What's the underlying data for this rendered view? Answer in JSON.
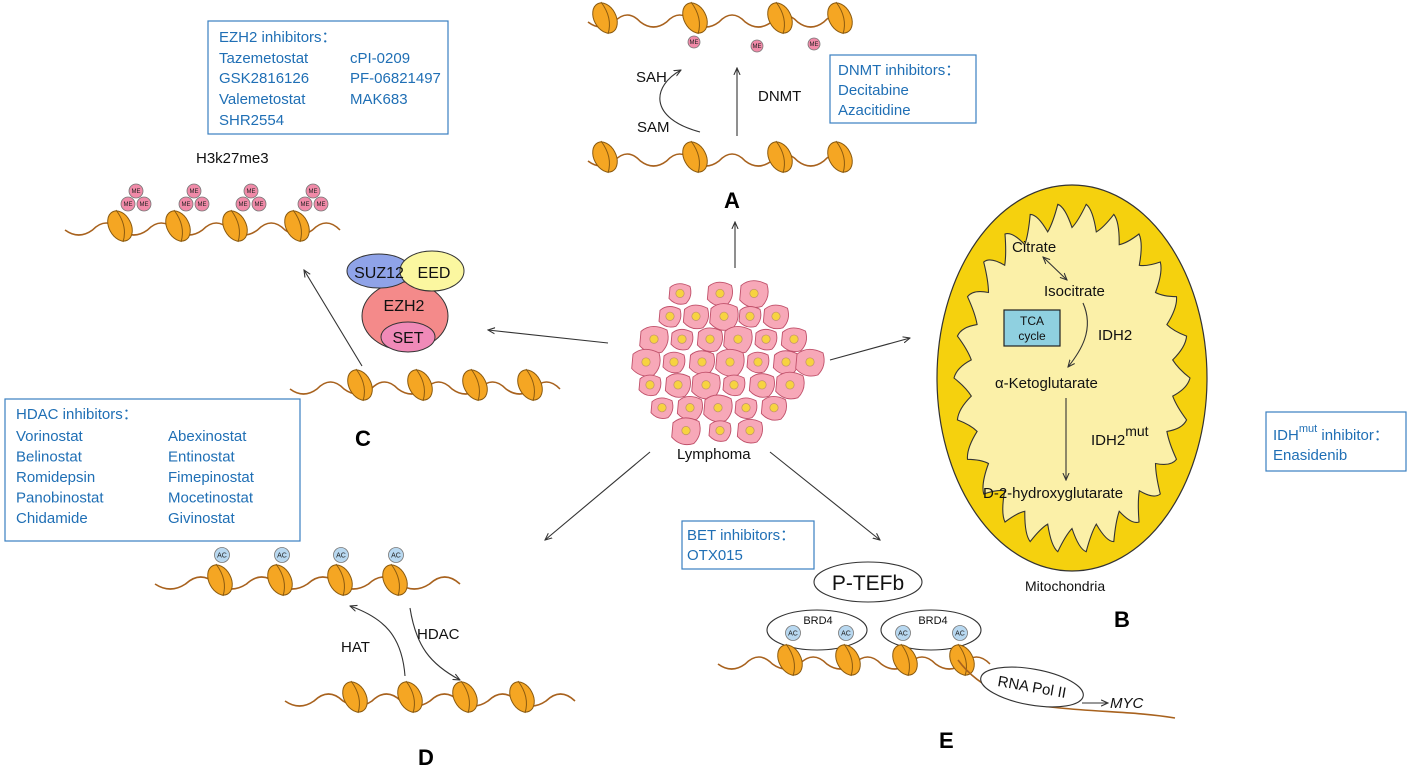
{
  "colors": {
    "drug_text": "#1f6fb5",
    "box_border": "#3a7fc0",
    "nucleosome": "#f5a623",
    "dna": "#a8621e",
    "methyl": "#f08aa8",
    "acetyl": "#b8d8f0",
    "mitochondria_outer": "#f5d10e",
    "mitochondria_inner": "#fbf0a8",
    "cell": "#f7a8b8",
    "tca_box": "#8fd0e0",
    "suz12": "#8fa3e8",
    "eed": "#fbf7a0",
    "ezh2": "#f48a8a",
    "set": "#f08ab8"
  },
  "icons": {
    "nucleosome": "nucleosome-icon",
    "methyl_mark": "methyl-mark-icon",
    "acetyl_mark": "acetyl-mark-icon",
    "cell": "lymphoma-cell-icon"
  },
  "panels": {
    "A": "A",
    "B": "B",
    "C": "C",
    "D": "D",
    "E": "E"
  },
  "center": {
    "label": "Lymphoma"
  },
  "marks": {
    "me": "ME",
    "ac": "AC"
  },
  "ezh2_box": {
    "title": "EZH2 inhibitors：",
    "col1": [
      "Tazemetostat",
      "GSK2816126",
      "Valemetostat",
      "SHR2554"
    ],
    "col2": [
      "cPI-0209",
      "PF-06821497",
      "MAK683"
    ]
  },
  "dnmt_box": {
    "title": "DNMT inhibitors：",
    "items": [
      "Decitabine",
      "Azacitidine"
    ]
  },
  "hdac_box": {
    "title": "HDAC inhibitors：",
    "col1": [
      "Vorinostat",
      "Belinostat",
      "Romidepsin",
      "Panobinostat",
      "Chidamide"
    ],
    "col2": [
      "Abexinostat",
      "Entinostat",
      "Fimepinostat",
      "Mocetinostat",
      "Givinostat"
    ]
  },
  "bet_box": {
    "title": "BET inhibitors：",
    "items": [
      "OTX015"
    ]
  },
  "idh_box": {
    "title_main": "IDH",
    "title_sup": "mut",
    "title_tail": " inhibitor：",
    "items": [
      "Enasidenib"
    ]
  },
  "panel_a": {
    "sah": "SAH",
    "sam": "SAM",
    "dnmt": "DNMT"
  },
  "panel_c": {
    "h3": "H3k27me3",
    "suz12": "SUZ12",
    "eed": "EED",
    "ezh2": "EZH2",
    "set": "SET"
  },
  "panel_d": {
    "hat": "HAT",
    "hdac": "HDAC"
  },
  "panel_e": {
    "ptefb": "P-TEFb",
    "brd4": "BRD4",
    "rnapol": "RNA Pol II",
    "myc": "MYC"
  },
  "panel_b": {
    "citrate": "Citrate",
    "isocitrate": "Isocitrate",
    "tca1": "TCA",
    "tca2": "cycle",
    "idh2": "IDH2",
    "akg": "α-Ketoglutarate",
    "idh2mut_main": "IDH2",
    "idh2mut_sup": "mut",
    "d2hg": "D-2-hydroxyglutarate",
    "mito": "Mitochondria"
  }
}
